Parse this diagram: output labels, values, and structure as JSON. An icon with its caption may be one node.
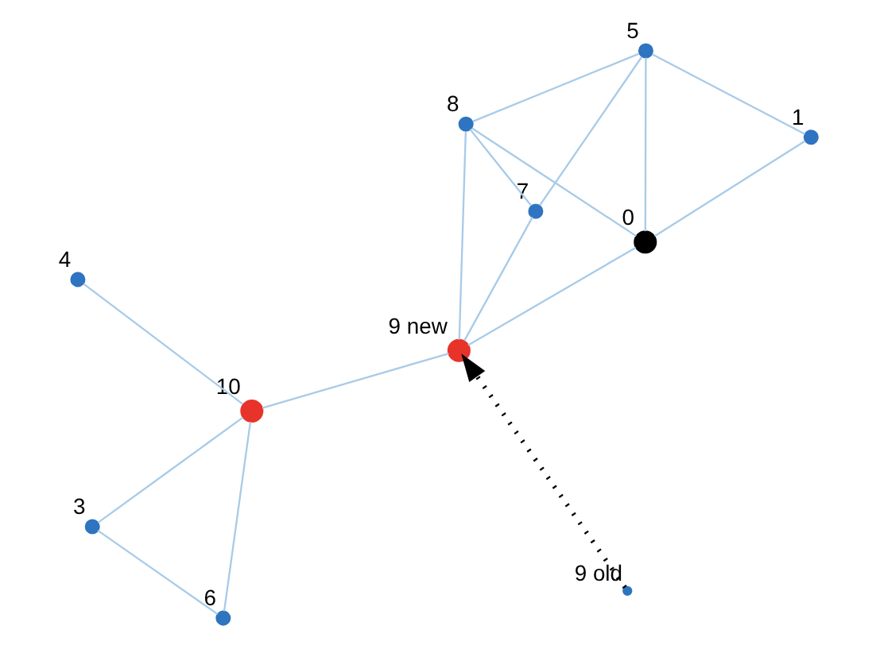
{
  "diagram": {
    "nodes": [
      {
        "text": [],
        "shape": "circle",
        "beside": [
          "4"
        ]
      },
      {
        "text": [],
        "shape": "circle",
        "beside": [
          "1"
        ]
      },
      {
        "text": [],
        "shape": "circle",
        "beside": [
          "6"
        ]
      },
      {
        "text": [],
        "shape": "circle",
        "beside": [
          "10"
        ]
      },
      {
        "text": [],
        "shape": "circle",
        "beside": [
          "0"
        ]
      },
      {
        "text": [],
        "shape": "circle",
        "beside": [
          "5"
        ]
      },
      {
        "text": [],
        "shape": "circle",
        "beside": [
          "3"
        ]
      },
      {
        "text": [],
        "shape": "circle",
        "beside": [
          "9 new"
        ]
      },
      {
        "text": [],
        "shape": "circle",
        "beside": [
          "8"
        ]
      },
      {
        "text": [],
        "shape": "circle",
        "beside": [
          "7"
        ]
      },
      {
        "text": [],
        "shape": "cross",
        "beside": [
          "9 old"
        ]
      }
    ],
    "edges": [
      {
        "from": 0,
        "to": 3,
        "arrow": "none"
      },
      {
        "from": 2,
        "to": 3,
        "arrow": "none"
      },
      {
        "from": 2,
        "to": 6,
        "arrow": "none"
      },
      {
        "from": 3,
        "to": 6,
        "arrow": "none"
      },
      {
        "from": 3,
        "to": 7,
        "arrow": "none"
      },
      {
        "from": 1,
        "to": 4,
        "arrow": "none"
      },
      {
        "from": 1,
        "to": 5,
        "arrow": "none"
      },
      {
        "from": 4,
        "to": 5,
        "arrow": "none"
      },
      {
        "from": 4,
        "to": 7,
        "arrow": "none"
      },
      {
        "from": 4,
        "to": 8,
        "arrow": "none"
      },
      {
        "from": 5,
        "to": 8,
        "arrow": "none"
      },
      {
        "from": 5,
        "to": 9,
        "arrow": "none"
      },
      {
        "from": 7,
        "to": 8,
        "arrow": "none"
      },
      {
        "from": 7,
        "to": 9,
        "arrow": "none"
      },
      {
        "from": 8,
        "to": 9,
        "arrow": "none"
      },
      {
        "from": 10,
        "to": 7,
        "arrow": "to",
        "style": "dashed",
        "color": "#000000"
      }
    ]
  }
}
